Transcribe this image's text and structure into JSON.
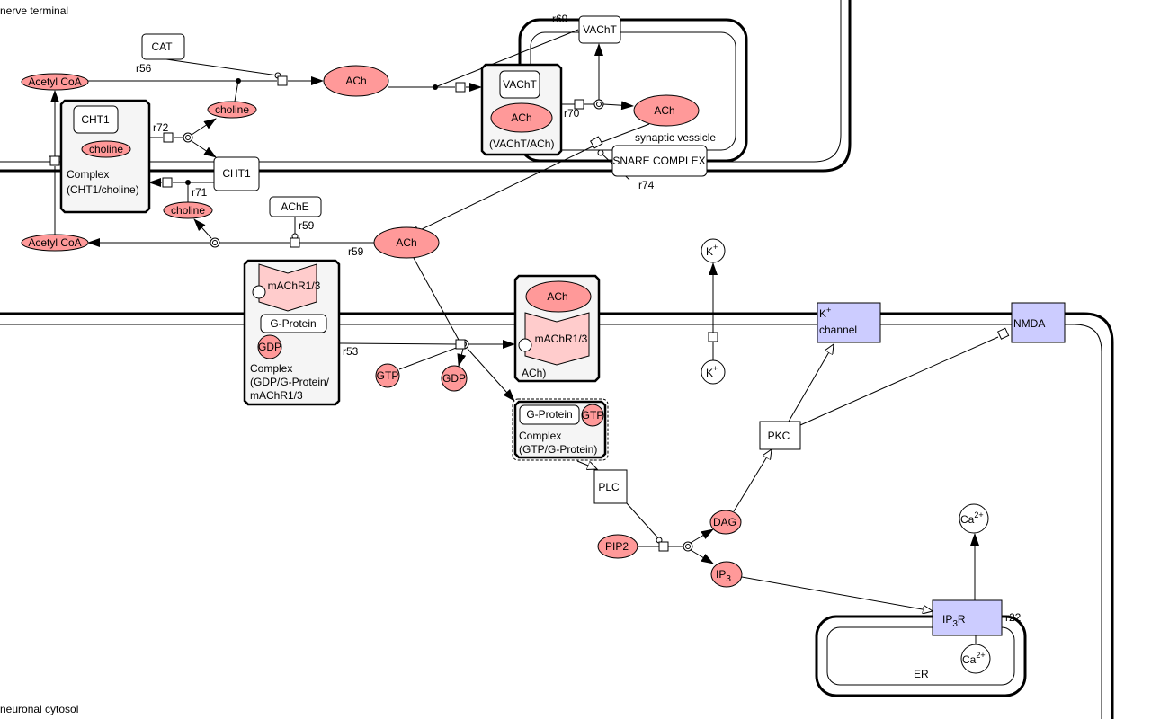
{
  "compartments": {
    "nerve_terminal": "nerve terminal",
    "neuronal_cytosol": "neuronal cytosol",
    "synaptic_vesicle": "synaptic vessicle",
    "er": "ER"
  },
  "nodes": {
    "cat": "CAT",
    "acetyl_coa_top": "Acetyl CoA",
    "acetyl_coa_bottom": "Acetyl CoA",
    "ach_top": "ACh",
    "choline_top": "choline",
    "cht1_complex": {
      "inner": "CHT1",
      "choline": "choline",
      "label1": "Complex",
      "label2": "(CHT1/choline)"
    },
    "cht1": "CHT1",
    "choline_bottom": "choline",
    "ache": "AChE",
    "ach_cleft": "ACh",
    "vacht_top": "VAChT",
    "vesicle_complex": {
      "inner": "VAChT",
      "ach": "ACh",
      "label": "(VAChT/ACh)"
    },
    "ach_vesicle": "ACh",
    "snare": "SNARE COMPLEX",
    "machr_complex": {
      "receptor": "mAChR1/3",
      "gprotein": "G-Protein",
      "gdp": "GDP",
      "label1": "Complex",
      "label2": "(GDP/G-Protein/",
      "label3": "mAChR1/3"
    },
    "gtp": "GTP",
    "gdp": "GDP",
    "ach_machr_complex": {
      "ach": "ACh",
      "receptor": "mAChR1/3",
      "label": "ACh)"
    },
    "gprotein_complex": {
      "gprotein": "G-Protein",
      "gtp": "GTP",
      "label1": "Complex",
      "label2": "(GTP/G-Protein)"
    },
    "plc": "PLC",
    "pip2": "PIP2",
    "dag": "DAG",
    "ip3": "IP",
    "ip3_sub": "3",
    "pkc": "PKC",
    "k_out": "K",
    "k_in": "K",
    "k_sup": "+",
    "k_channel_1": "K",
    "k_channel_sup": "+",
    "k_channel_2": "channel",
    "nmda": "NMDA",
    "ip3r": "IP",
    "ip3r_sub": "3",
    "ip3r_end": "R",
    "ca_top": "Ca",
    "ca_bottom": "Ca",
    "ca_sup": "2+"
  },
  "reactions": [
    "r56",
    "r72",
    "r71",
    "r59",
    "r59",
    "r69",
    "r70",
    "r74",
    "r53",
    "r22"
  ],
  "colors": {
    "simple_molecule": "#ff9999",
    "receptor": "#ffcccc",
    "channel": "#ccccff",
    "complex": "#f5f5f5"
  }
}
